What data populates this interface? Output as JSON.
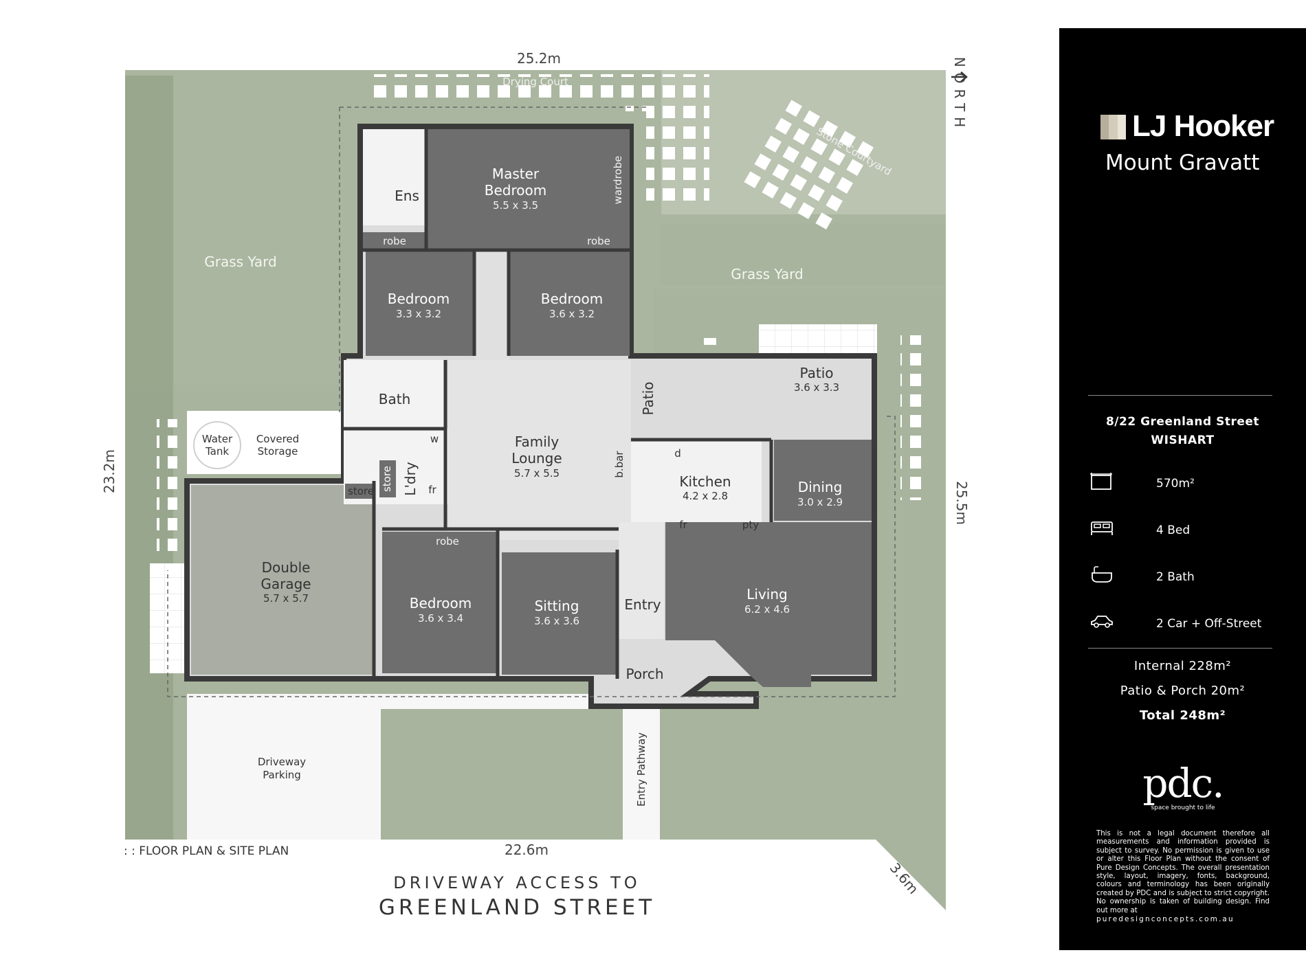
{
  "plan": {
    "dimensions": {
      "top": "25.2m",
      "bottom": "22.6m",
      "left": "23.2m",
      "right": "25.5m",
      "corner": "3.6m"
    },
    "north": "NORTH",
    "legend": ": :  FLOOR PLAN & SITE PLAN",
    "street_line1": "DRIVEWAY ACCESS TO",
    "street_line2": "GREENLAND STREET",
    "outdoor": {
      "drying_court": "Drying Court",
      "stone_courtyard": "Stone Courtyard",
      "grass_yard_left": "Grass Yard",
      "grass_yard_right": "Grass Yard",
      "water_tank_1": "Water",
      "water_tank_2": "Tank",
      "covered_storage_1": "Covered",
      "covered_storage_2": "Storage",
      "driveway_1": "Driveway",
      "driveway_2": "Parking",
      "entry_pathway": "Entry Pathway",
      "patio_main": "Patio",
      "patio_main_size": "3.6 x 3.3",
      "patio_side": "Patio",
      "porch": "Porch"
    },
    "rooms": {
      "master_1": "Master",
      "master_2": "Bedroom",
      "master_size": "5.5 x 3.5",
      "ens": "Ens",
      "wardrobe": "wardrobe",
      "robe_1": "robe",
      "robe_2": "robe",
      "robe_3": "robe",
      "bed2": "Bedroom",
      "bed2_size": "3.3 x 3.2",
      "bed3": "Bedroom",
      "bed3_size": "3.6 x 3.2",
      "bath": "Bath",
      "family_1": "Family",
      "family_2": "Lounge",
      "family_size": "5.7 x 5.5",
      "bbar": "b.bar",
      "kitchen": "Kitchen",
      "kitchen_size": "4.2 x 2.8",
      "d": "d",
      "w": "w",
      "fr_1": "fr",
      "fr_2": "fr",
      "pty": "pty",
      "dining": "Dining",
      "dining_size": "3.0 x 2.9",
      "living": "Living",
      "living_size": "6.2 x 4.6",
      "entry": "Entry",
      "store_1": "store",
      "store_2": "store",
      "ldry": "L'dry",
      "garage_1": "Double",
      "garage_2": "Garage",
      "garage_size": "5.7 x 5.7",
      "bed4": "Bedroom",
      "bed4_size": "3.6 x 3.4",
      "sitting": "Sitting",
      "sitting_size": "3.6 x 3.6"
    }
  },
  "panel": {
    "brand": "LJ Hooker",
    "office": "Mount Gravatt",
    "brand_colors": [
      "#b6ad9b",
      "#d4ccbb",
      "#e9e4d8"
    ],
    "address_line1": "8/22 Greenland Street",
    "address_line2": "WISHART",
    "features": [
      {
        "icon": "land-size-icon",
        "value": "570m²"
      },
      {
        "icon": "bed-icon",
        "value": "4 Bed"
      },
      {
        "icon": "bath-icon",
        "value": "2 Bath"
      },
      {
        "icon": "car-icon",
        "value": "2 Car + Off-Street"
      }
    ],
    "internal": "Internal 228m²",
    "patio_porch": "Patio & Porch 20m²",
    "total": "Total 248m²",
    "pdc_logo": "pdc.",
    "pdc_tagline": "space brought to life",
    "disclaimer": "This is not a legal document therefore all measurements and information provided is subject to survey. No permission is given to use or alter this Floor Plan without the consent of Pure Design Concepts. The overall presentation style, layout, imagery, fonts, background, colours and terminology has been originally created by PDC and is subject to strict copyright. No ownership is taken of building design. Find out more at",
    "website": "puredesignconcepts.com.au"
  }
}
